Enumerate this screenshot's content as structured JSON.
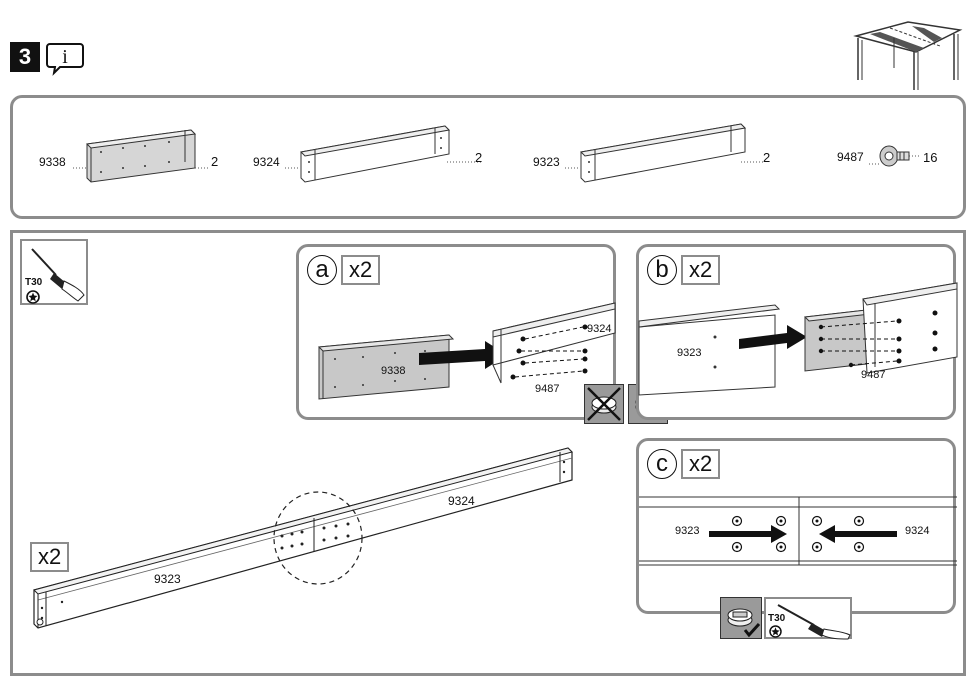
{
  "step": {
    "number": "3"
  },
  "parts": [
    {
      "code": "9338",
      "qty": "2"
    },
    {
      "code": "9324",
      "qty": "2"
    },
    {
      "code": "9323",
      "qty": "2"
    },
    {
      "code": "9487",
      "qty": "16"
    }
  ],
  "tool": {
    "label": "T30"
  },
  "panel_a": {
    "letter": "a",
    "multiplier": "x2",
    "labels": {
      "bracket": "9338",
      "beam": "9324",
      "screw": "9487"
    }
  },
  "panel_b": {
    "letter": "b",
    "multiplier": "x2",
    "labels": {
      "beam": "9323",
      "screw": "9487"
    }
  },
  "panel_c": {
    "letter": "c",
    "multiplier": "x2",
    "labels": {
      "left": "9323",
      "right": "9324"
    },
    "tool_label": "T30"
  },
  "main": {
    "multiplier": "x2",
    "labels": {
      "beam_left": "9323",
      "beam_right": "9324"
    }
  }
}
